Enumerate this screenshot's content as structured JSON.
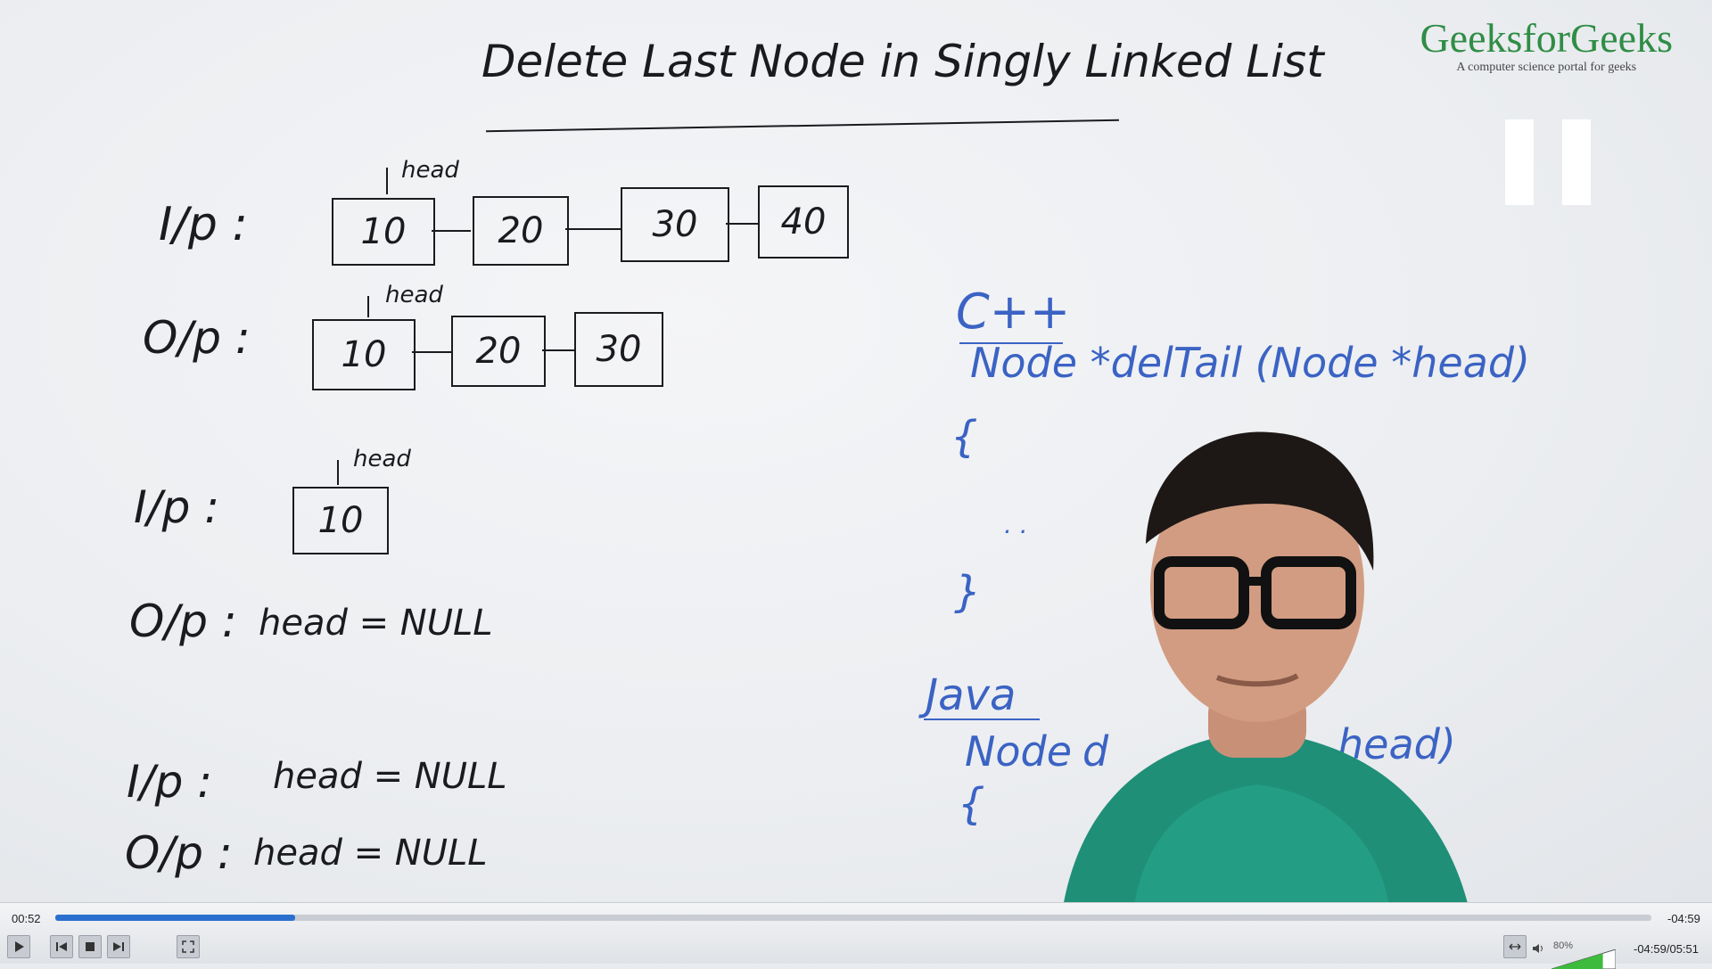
{
  "brand": {
    "name": "GeeksforGeeks",
    "tagline": "A computer science portal for geeks"
  },
  "board": {
    "title": "Delete Last Node in Singly Linked List",
    "examples": [
      {
        "label": "I/p :",
        "head_label": "head",
        "nodes": [
          "10",
          "20",
          "30",
          "40"
        ]
      },
      {
        "label": "O/p :",
        "head_label": "head",
        "nodes": [
          "10",
          "20",
          "30"
        ]
      },
      {
        "label": "I/p :",
        "head_label": "head",
        "nodes": [
          "10"
        ]
      },
      {
        "label": "O/p :",
        "text": "head = NULL"
      },
      {
        "label": "I/p :",
        "text": "head = NULL"
      },
      {
        "label": "O/p :",
        "text": "head = NULL"
      }
    ],
    "cpp": {
      "lang": "C++",
      "signature": "Node *delTail (Node *head)",
      "open": "{",
      "dots": ". .",
      "close": "}"
    },
    "java": {
      "lang": "Java",
      "sig_start": "Node",
      "sig_mid": "d",
      "sig_end": "head)",
      "open": "{"
    }
  },
  "player": {
    "elapsed": "00:52",
    "remaining": "-04:59",
    "progress_percent": 15,
    "volume_label": "80%",
    "volume_percent": 80,
    "duration_display": "-04:59/05:51",
    "icons": [
      "play-icon",
      "previous-icon",
      "stop-icon",
      "next-icon",
      "fullscreen-icon",
      "aspect-icon",
      "volume-icon"
    ],
    "colors": {
      "progress": "#2b6fce",
      "volume": "#3dbb3d",
      "logo": "#2f8d46",
      "marker": "#3b63c4"
    }
  }
}
